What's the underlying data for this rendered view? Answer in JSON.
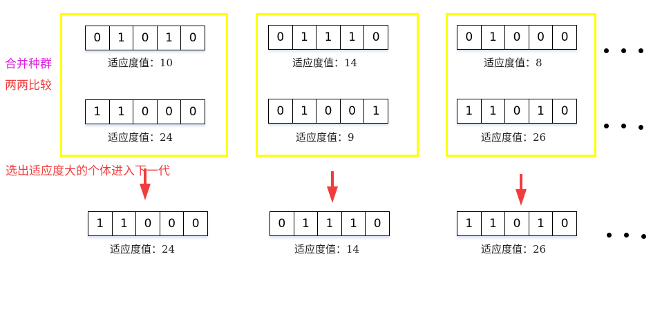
{
  "labels": {
    "merge_line1": "合并种群",
    "merge_line2": "两两比较",
    "select": "选出适应度大的个体进入下一代"
  },
  "colors": {
    "merge_line1": "#e020e0",
    "merge_line2": "#f03c3c",
    "select": "#f03c3c",
    "box_border": "#ffff00",
    "arrow": "#f03c3c"
  },
  "fitness_prefix": "适应度值：",
  "groups": [
    {
      "pair": [
        {
          "genes": [
            "0",
            "1",
            "0",
            "1",
            "0"
          ],
          "fitness": "适应度值：10"
        },
        {
          "genes": [
            "1",
            "1",
            "0",
            "0",
            "0"
          ],
          "fitness": "适应度值：24"
        }
      ],
      "winner": {
        "genes": [
          "1",
          "1",
          "0",
          "0",
          "0"
        ],
        "fitness": "适应度值：24"
      }
    },
    {
      "pair": [
        {
          "genes": [
            "0",
            "1",
            "1",
            "1",
            "0"
          ],
          "fitness": "适应度值：14"
        },
        {
          "genes": [
            "0",
            "1",
            "0",
            "0",
            "1"
          ],
          "fitness": "适应度值：9"
        }
      ],
      "winner": {
        "genes": [
          "0",
          "1",
          "1",
          "1",
          "0"
        ],
        "fitness": "适应度值：14"
      }
    },
    {
      "pair": [
        {
          "genes": [
            "0",
            "1",
            "0",
            "0",
            "0"
          ],
          "fitness": "适应度值：8"
        },
        {
          "genes": [
            "1",
            "1",
            "0",
            "1",
            "0"
          ],
          "fitness": "适应度值：26"
        }
      ],
      "winner": {
        "genes": [
          "1",
          "1",
          "0",
          "1",
          "0"
        ],
        "fitness": "适应度值：26"
      }
    }
  ],
  "ellipsis": "• • •"
}
